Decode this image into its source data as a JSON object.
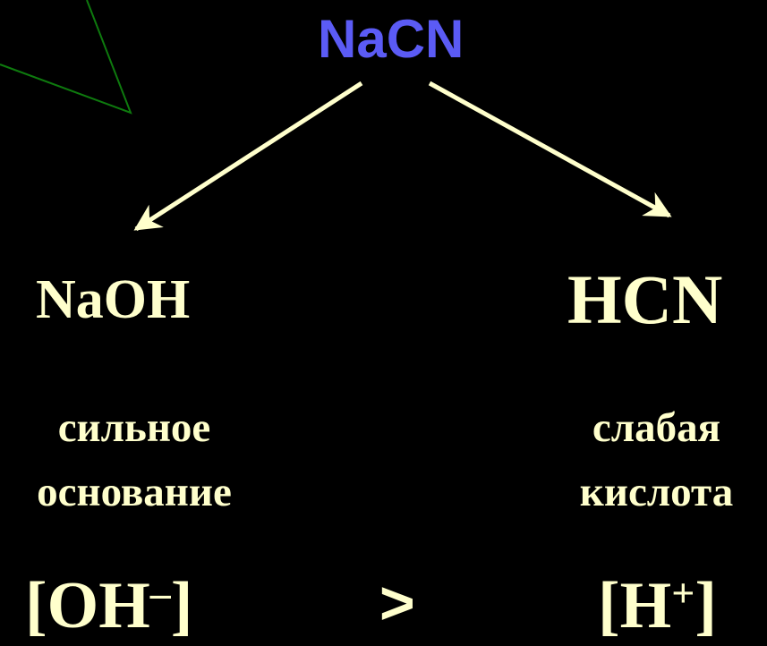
{
  "salt": {
    "formula": "NaCN"
  },
  "base": {
    "formula": "NaOH",
    "description_line1": "сильное",
    "description_line2": "основание"
  },
  "acid": {
    "formula": "HCN",
    "description_line1": "слабая",
    "description_line2": "кислота"
  },
  "concentration": {
    "left_open": "[",
    "left_species": "OH",
    "left_charge": "–",
    "left_close": "]",
    "comparison": ">",
    "right_open": "[",
    "right_species": "H",
    "right_charge": "+",
    "right_close": "]"
  },
  "colors": {
    "background": "#000000",
    "salt_text": "#5b5bf5",
    "text": "#ffffcc",
    "arrow": "#ffffcc",
    "decoration_line": "#0e7a0e"
  }
}
